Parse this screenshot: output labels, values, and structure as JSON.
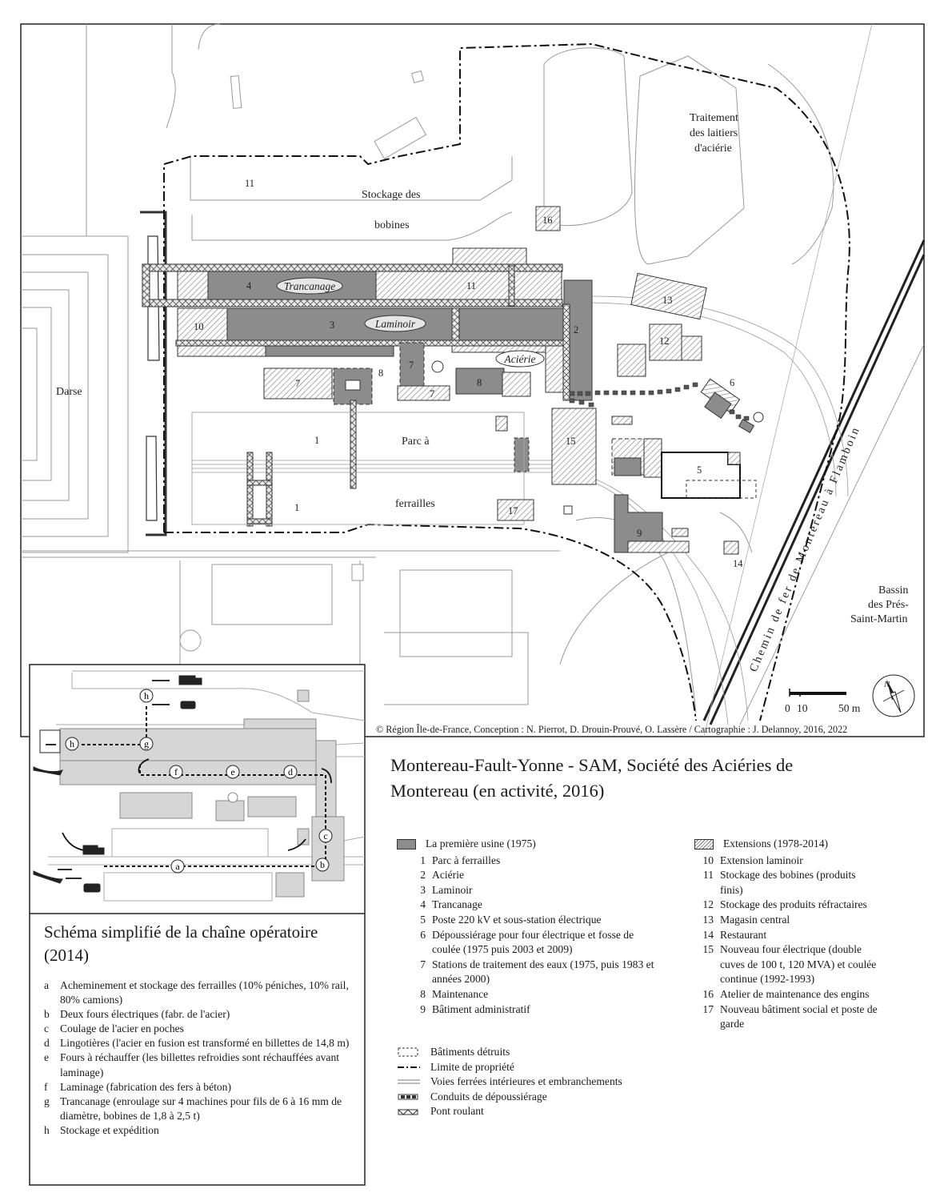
{
  "map": {
    "area_labels": {
      "darse": "Darse",
      "traitement": [
        "Traitement",
        "des laitiers",
        "d'aciérie"
      ],
      "stockage_bobines": [
        "Stockage des",
        "bobines"
      ],
      "parc_ferrailles": [
        "Parc à",
        "ferrailles"
      ],
      "bassin": [
        "Bassin",
        "des Prés-",
        "Saint-Martin"
      ],
      "railway": "Chemin de fer de Montereau à Flamboin"
    },
    "process_labels": {
      "trancanage": "Trancanage",
      "laminoir": "Laminoir",
      "acierie": "Aciérie"
    },
    "building_numbers": {
      "n1a": "1",
      "n1b": "1",
      "n2": "2",
      "n3": "3",
      "n4": "4",
      "n5": "5",
      "n6": "6",
      "n7a": "7",
      "n7b": "7",
      "n7c": "7",
      "n8a": "8",
      "n8b": "8",
      "n9": "9",
      "n10": "10",
      "n11a": "11",
      "n11b": "11",
      "n12": "12",
      "n13": "13",
      "n14": "14",
      "n15": "15",
      "n16": "16",
      "n17": "17"
    },
    "scale": {
      "zero": "0",
      "ten": "10",
      "fifty": "50 m"
    },
    "compass": "N",
    "credit": "© Région Île-de-France, Conception : N. Pierrot, D. Drouin-Prouvé, O. Lassère / Cartographie : J. Delannoy, 2016, 2022"
  },
  "schema_inset": {
    "step_markers": [
      "a",
      "b",
      "c",
      "d",
      "e",
      "f",
      "g",
      "h",
      "g",
      "h"
    ],
    "title": "Schéma simplifié de la chaîne opératoire (2014)",
    "steps": [
      {
        "key": "a",
        "text": "Acheminement et stockage des ferrailles (10% péniches, 10% rail, 80% camions)"
      },
      {
        "key": "b",
        "text": "Deux fours électriques (fabr. de l'acier)"
      },
      {
        "key": "c",
        "text": "Coulage de l'acier en poches"
      },
      {
        "key": "d",
        "text": "Lingotières (l'acier en fusion est transformé en billettes de 14,8 m)"
      },
      {
        "key": "e",
        "text": "Fours à réchauffer (les billettes refroidies sont réchauffées avant laminage)"
      },
      {
        "key": "f",
        "text": "Laminage (fabrication des fers à béton)"
      },
      {
        "key": "g",
        "text": "Trancanage (enroulage sur 4 machines pour fils de 6 à 16 mm de diamètre, bobines de 1,8 à 2,5 t)"
      },
      {
        "key": "h",
        "text": "Stockage et expédition"
      }
    ]
  },
  "title": "Montereau-Fault-Yonne - SAM, Société des Aciéries de Montereau (en activité, 2016)",
  "legend": {
    "first_factory": {
      "heading": "La première usine (1975)",
      "items": [
        {
          "num": "1",
          "text": "Parc à ferrailles"
        },
        {
          "num": "2",
          "text": "Aciérie"
        },
        {
          "num": "3",
          "text": "Laminoir"
        },
        {
          "num": "4",
          "text": "Trancanage"
        },
        {
          "num": "5",
          "text": "Poste 220 kV et sous-station électrique"
        },
        {
          "num": "6",
          "text": "Dépoussiérage pour four électrique et fosse de coulée (1975 puis 2003 et 2009)"
        },
        {
          "num": "7",
          "text": "Stations de traitement des eaux (1975, puis 1983 et années 2000)"
        },
        {
          "num": "8",
          "text": "Maintenance"
        },
        {
          "num": "9",
          "text": "Bâtiment administratif"
        }
      ]
    },
    "extensions": {
      "heading": "Extensions (1978-2014)",
      "items": [
        {
          "num": "10",
          "text": "Extension laminoir"
        },
        {
          "num": "11",
          "text": "Stockage des bobines (produits finis)"
        },
        {
          "num": "12",
          "text": "Stockage des produits réfractaires"
        },
        {
          "num": "13",
          "text": "Magasin central"
        },
        {
          "num": "14",
          "text": "Restaurant"
        },
        {
          "num": "15",
          "text": "Nouveau four électrique (double cuves de 100 t, 120 MVA) et coulée continue (1992-1993)"
        },
        {
          "num": "16",
          "text": "Atelier de maintenance des engins"
        },
        {
          "num": "17",
          "text": "Nouveau bâtiment social et poste de garde"
        }
      ]
    },
    "symbols": {
      "destroyed": "Bâtiments détruits",
      "property": "Limite de propriété",
      "rail": "Voies ferrées intérieures et embranchements",
      "dust": "Conduits de dépoussiérage",
      "crane": "Pont roulant"
    }
  }
}
